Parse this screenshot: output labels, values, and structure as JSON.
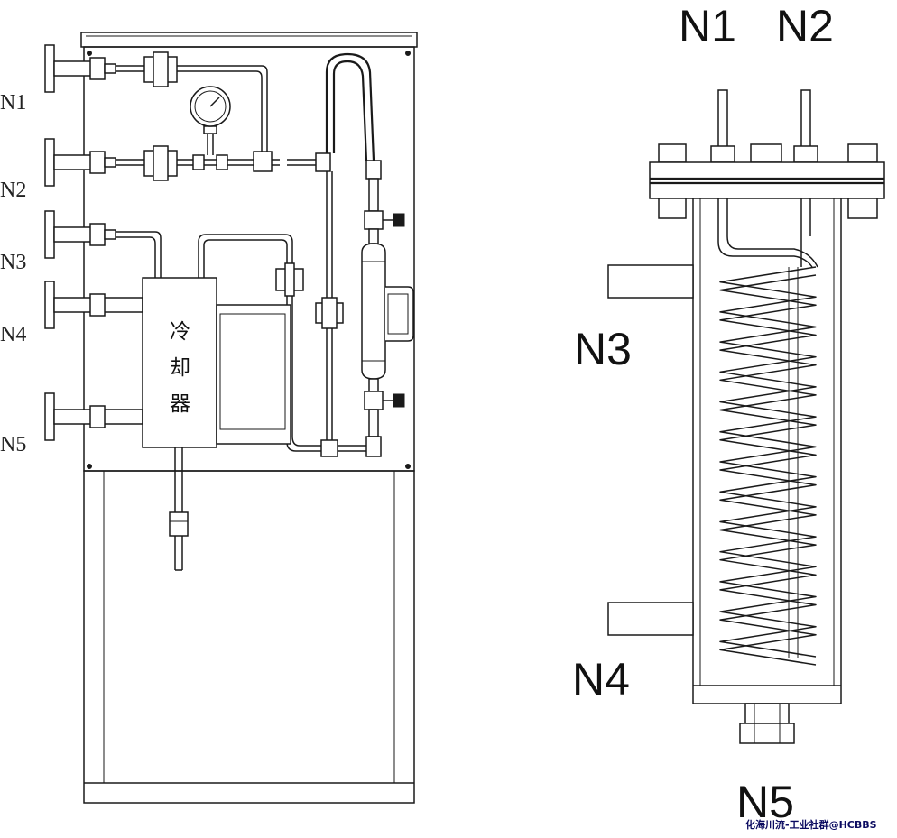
{
  "left_diagram": {
    "nozzles": [
      {
        "id": "N1",
        "label": "N1"
      },
      {
        "id": "N2",
        "label": "N2"
      },
      {
        "id": "N3",
        "label": "N3"
      },
      {
        "id": "N4",
        "label": "N4"
      },
      {
        "id": "N5",
        "label": "N5"
      }
    ],
    "cooler_label": [
      "冷",
      "却",
      "器"
    ]
  },
  "right_diagram": {
    "top_labels": [
      "N1",
      "N2"
    ],
    "side_labels": [
      "N3",
      "N4"
    ],
    "bottom_label": "N5",
    "coil_turns": 13
  },
  "watermark": "化海川流-工业社群@HCBBS"
}
